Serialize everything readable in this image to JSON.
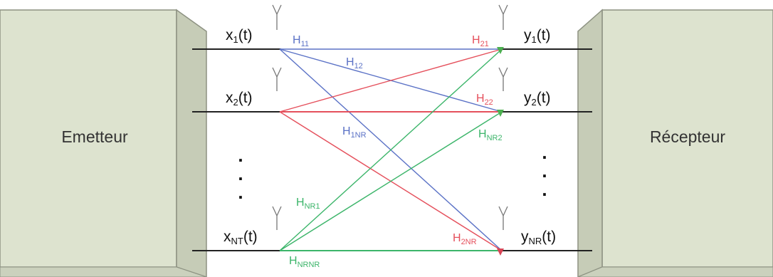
{
  "emitter": {
    "label": "Emetteur"
  },
  "receiver": {
    "label": "Récepteur"
  },
  "inputs": [
    {
      "base": "x",
      "sub": "1",
      "suffix": "(t)"
    },
    {
      "base": "x",
      "sub": "2",
      "suffix": "(t)"
    },
    {
      "base": "x",
      "sub": "NT",
      "suffix": "(t)"
    }
  ],
  "outputs": [
    {
      "base": "y",
      "sub": "1",
      "suffix": "(t)"
    },
    {
      "base": "y",
      "sub": "2",
      "suffix": "(t)"
    },
    {
      "base": "y",
      "sub": "NR",
      "suffix": "(t)"
    }
  ],
  "channel_labels": [
    {
      "base": "H",
      "sub": "11"
    },
    {
      "base": "H",
      "sub": "12"
    },
    {
      "base": "H",
      "sub": "1NR"
    },
    {
      "base": "H",
      "sub": "21"
    },
    {
      "base": "H",
      "sub": "22"
    },
    {
      "base": "H",
      "sub": "2NR"
    },
    {
      "base": "H",
      "sub": "NR2"
    },
    {
      "base": "H",
      "sub": "NR1"
    },
    {
      "base": "H",
      "sub": "NRNR"
    }
  ],
  "ellipsis": ".",
  "colors": {
    "box_fill": "#dde3cf",
    "box_side": "#c6ccb7",
    "box_stroke": "#8d9282",
    "tx1": "#5b72c6",
    "tx2": "#e5505c",
    "txN": "#3cb56a",
    "rx_dot": "#4caf50"
  }
}
